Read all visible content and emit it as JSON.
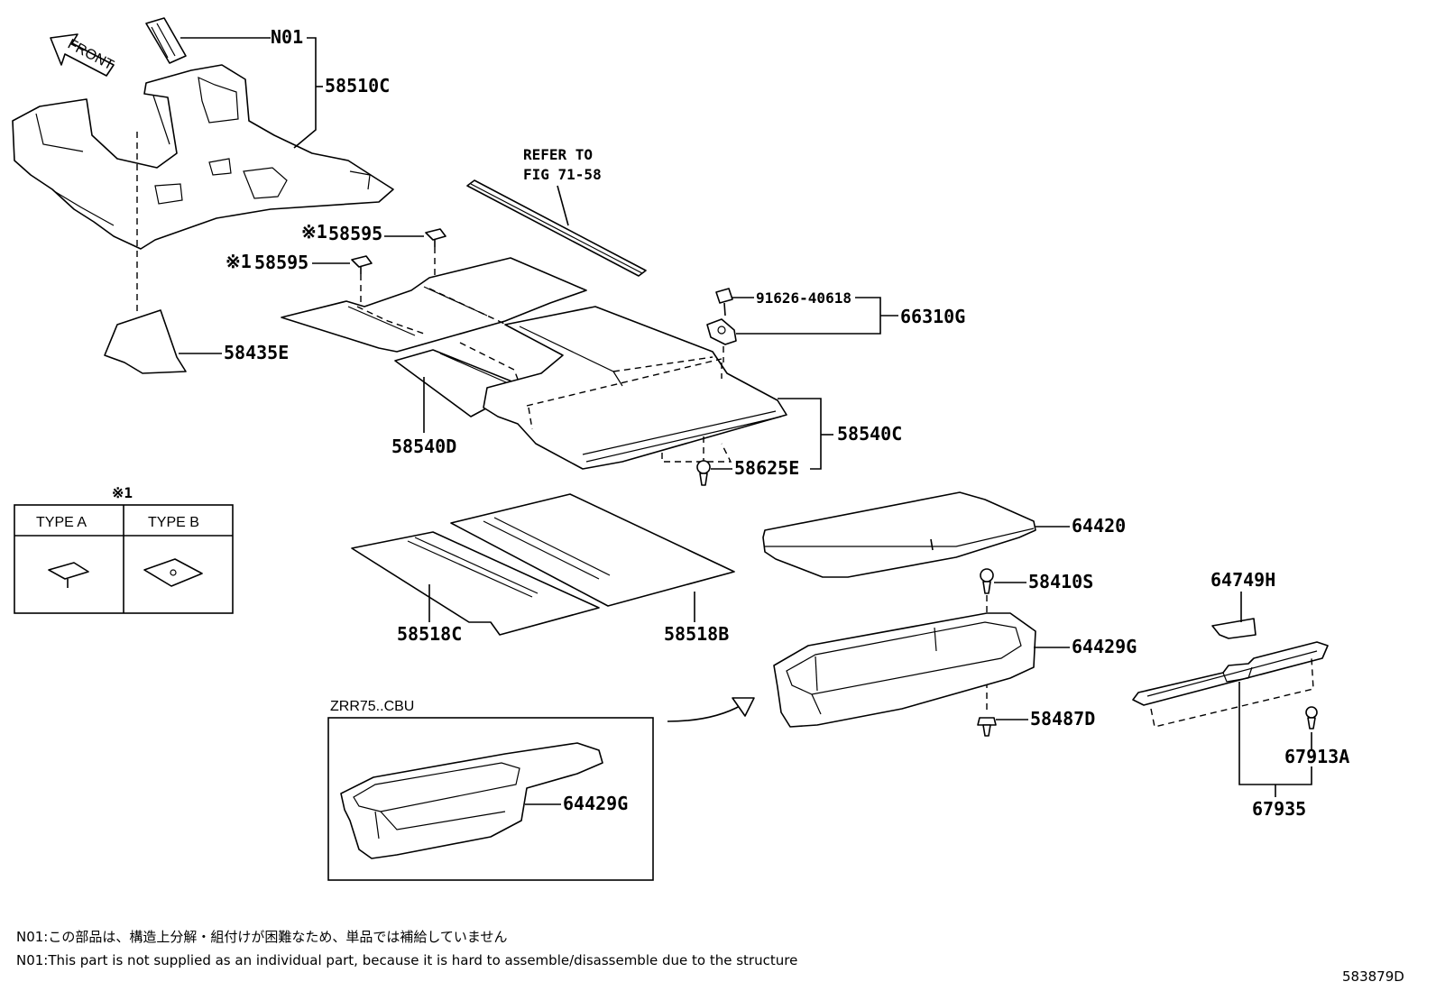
{
  "diagram_id": "583879D",
  "direction_label": "FRONT",
  "refer_note": {
    "line1": "REFER TO",
    "line2": "FIG 71-58"
  },
  "marker_symbol": "※1",
  "type_table": {
    "marker": "※1",
    "type_a": "TYPE A",
    "type_b": "TYPE B"
  },
  "inset_title": "ZRR75..CBU",
  "part_labels": {
    "n01": "N01",
    "p58510c": "58510C",
    "p58595_a": "58595",
    "p58595_b": "58595",
    "p58435e": "58435E",
    "p91626": "91626-40618",
    "p66310g": "66310G",
    "p58540d": "58540D",
    "p58540c": "58540C",
    "p58625e": "58625E",
    "p64420": "64420",
    "p58410s": "58410S",
    "p64749h": "64749H",
    "p64429g": "64429G",
    "p58518c": "58518C",
    "p58518b": "58518B",
    "p58487d": "58487D",
    "p67913a": "67913A",
    "p67935": "67935",
    "p64429g_inset": "64429G"
  },
  "footnotes": {
    "jp": "N01:この部品は、構造上分解・組付けが困難なため、単品では補給していません",
    "en": "N01:This part is not supplied as an individual part, because it is hard to assemble/disassemble due to the structure"
  }
}
